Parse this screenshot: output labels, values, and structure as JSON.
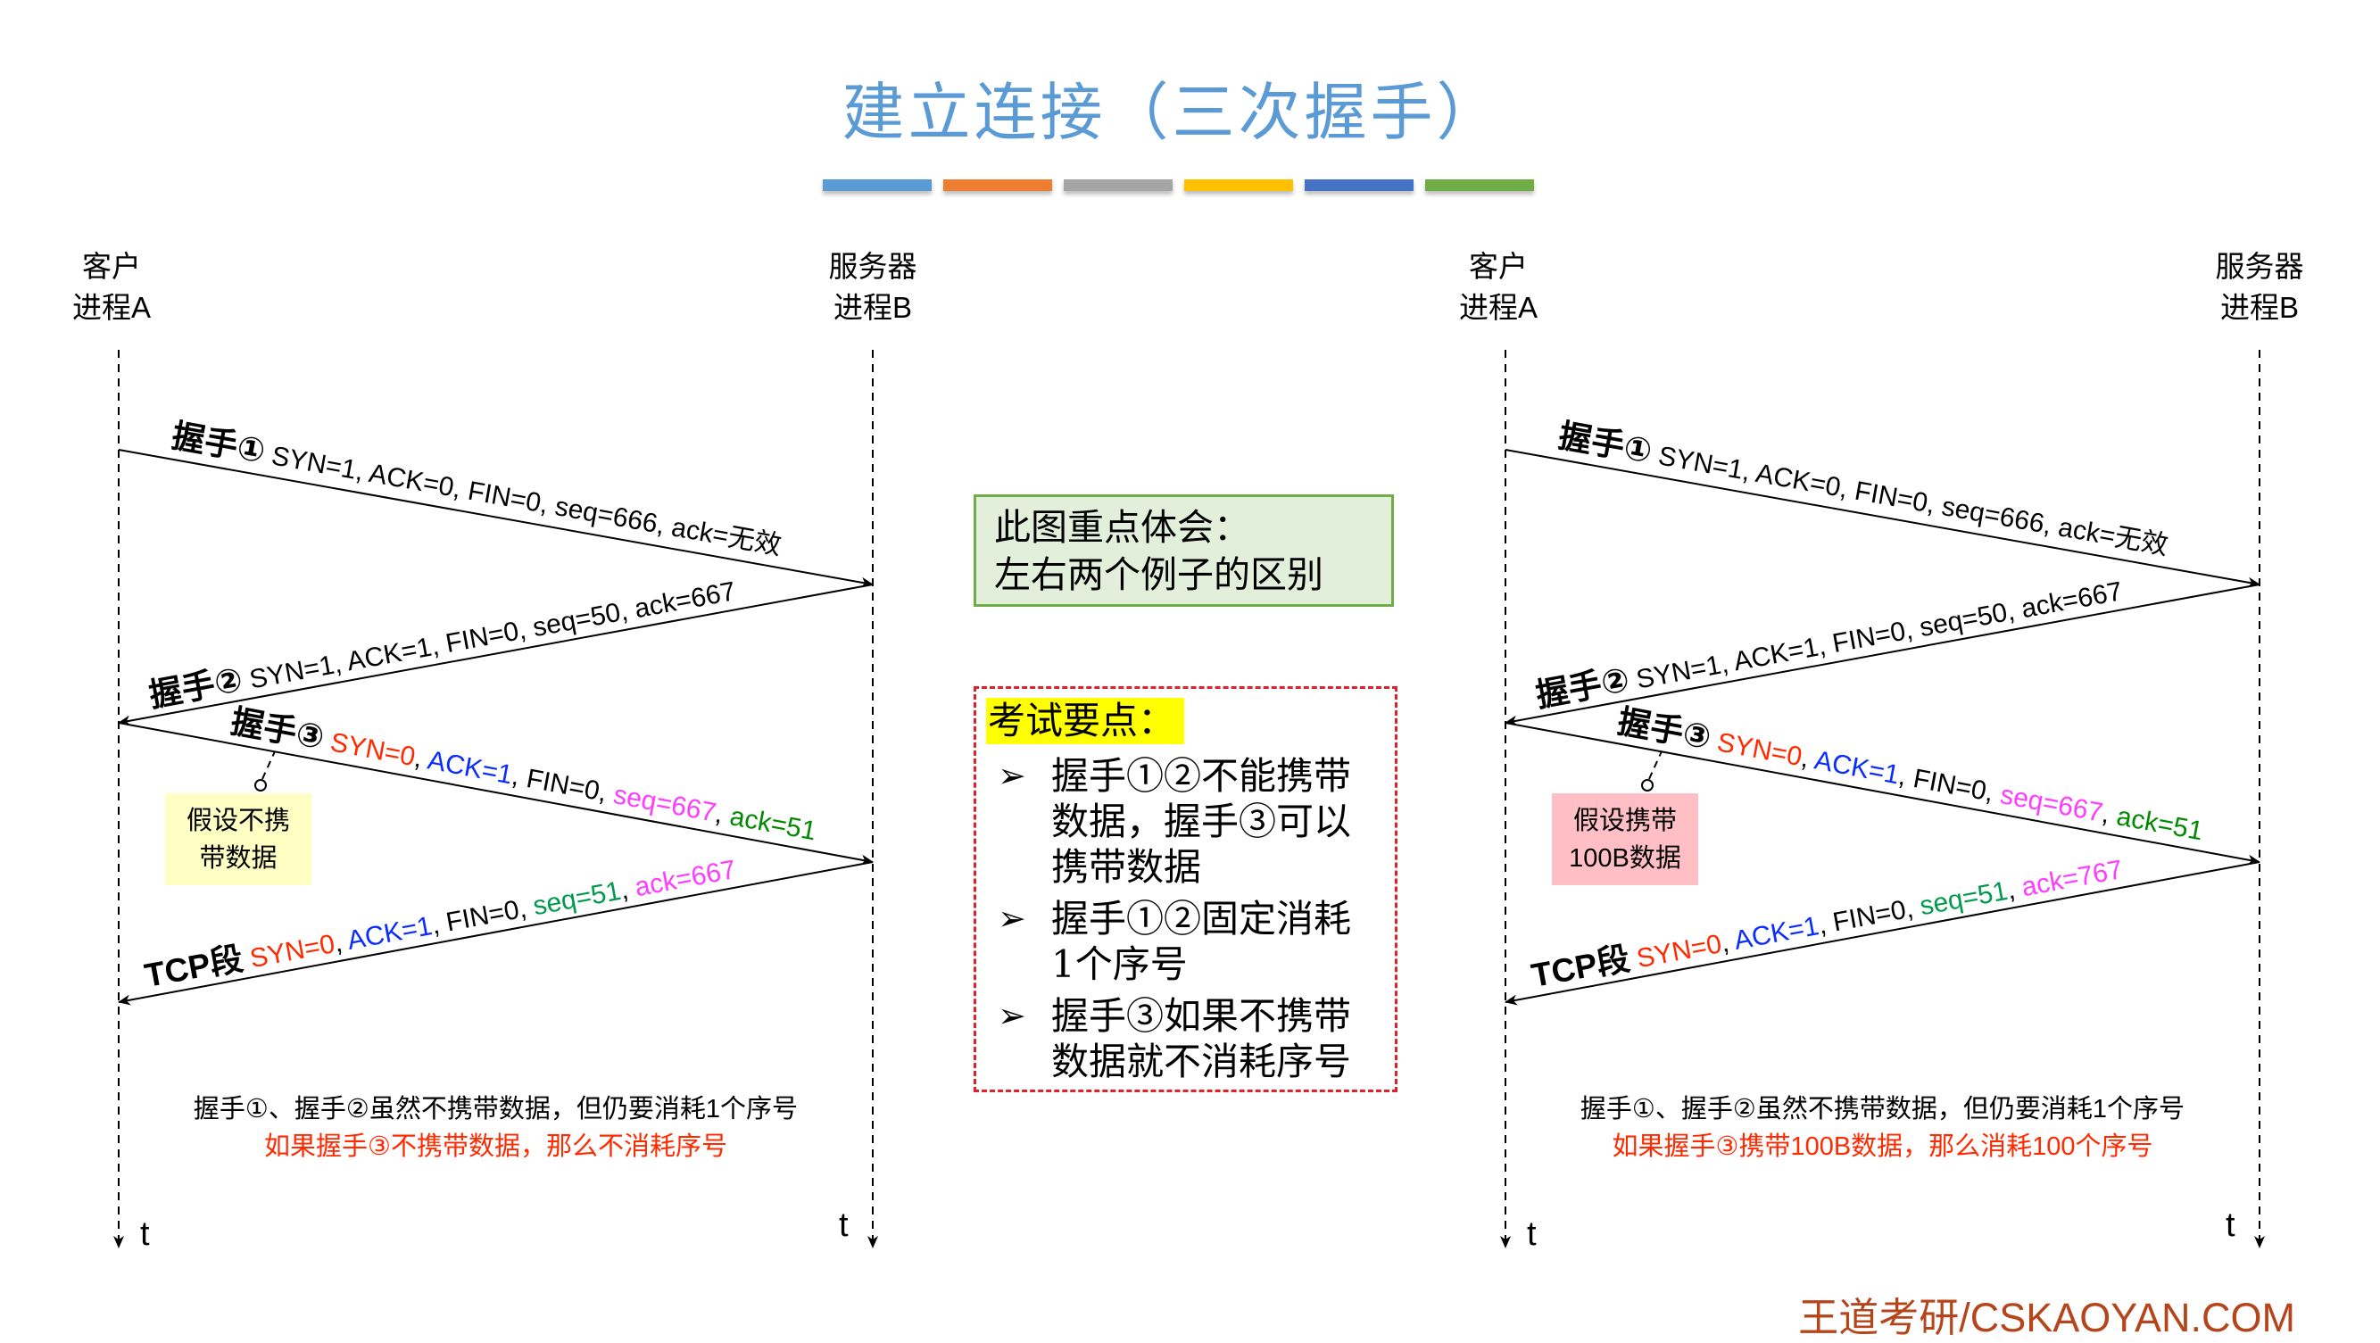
{
  "title": "建立连接（三次握手）",
  "title_bar_colors": [
    "#5b9bd5",
    "#ed7d31",
    "#a5a5a5",
    "#ffc000",
    "#4472c4",
    "#70ad47"
  ],
  "diagrams": [
    {
      "client_label": [
        "客户",
        "进程A"
      ],
      "server_label": [
        "服务器",
        "进程B"
      ],
      "time_label": "t",
      "messages": [
        {
          "parts": [
            {
              "t": "握手①",
              "c": "#000",
              "h": true
            },
            {
              "t": " SYN=1, ACK=0, FIN=0, seq=666, ack=无效",
              "c": "#000"
            }
          ]
        },
        {
          "parts": [
            {
              "t": "握手②",
              "c": "#000",
              "h": true
            },
            {
              "t": " SYN=1, ACK=1, FIN=0, seq=50, ack=667",
              "c": "#000"
            }
          ]
        },
        {
          "parts": [
            {
              "t": "握手③",
              "c": "#000",
              "h": true
            },
            {
              "t": " SYN=0",
              "c": "#ff2a00"
            },
            {
              "t": ", ",
              "c": "#000"
            },
            {
              "t": "ACK=1",
              "c": "#0a2cff"
            },
            {
              "t": ", FIN=0, ",
              "c": "#000"
            },
            {
              "t": "seq=667",
              "c": "#ff3cff"
            },
            {
              "t": ", ",
              "c": "#000"
            },
            {
              "t": "ack=51",
              "c": "#008a00"
            }
          ]
        },
        {
          "parts": [
            {
              "t": "TCP段",
              "c": "#000",
              "h": true
            },
            {
              "t": " SYN=0",
              "c": "#ff2a00"
            },
            {
              "t": ", ",
              "c": "#000"
            },
            {
              "t": "ACK=1",
              "c": "#0a2cff"
            },
            {
              "t": ", FIN=0, ",
              "c": "#000"
            },
            {
              "t": "seq=51",
              "c": "#00994d"
            },
            {
              "t": ", ",
              "c": "#000"
            },
            {
              "t": "ack=667",
              "c": "#ff3cff"
            }
          ]
        }
      ],
      "note": {
        "lines": [
          "假设不携",
          "带数据"
        ],
        "color": "#ffffc4"
      },
      "footnote": {
        "line1": "握手①、握手②虽然不携带数据，但仍要消耗1个序号",
        "line2": "如果握手③不携带数据，那么不消耗序号",
        "line2_color": "#ff2a00"
      }
    },
    {
      "client_label": [
        "客户",
        "进程A"
      ],
      "server_label": [
        "服务器",
        "进程B"
      ],
      "time_label": "t",
      "messages": [
        {
          "parts": [
            {
              "t": "握手①",
              "c": "#000",
              "h": true
            },
            {
              "t": " SYN=1, ACK=0, FIN=0, seq=666, ack=无效",
              "c": "#000"
            }
          ]
        },
        {
          "parts": [
            {
              "t": "握手②",
              "c": "#000",
              "h": true
            },
            {
              "t": " SYN=1, ACK=1, FIN=0, seq=50, ack=667",
              "c": "#000"
            }
          ]
        },
        {
          "parts": [
            {
              "t": "握手③",
              "c": "#000",
              "h": true
            },
            {
              "t": " SYN=0",
              "c": "#ff2a00"
            },
            {
              "t": ", ",
              "c": "#000"
            },
            {
              "t": "ACK=1",
              "c": "#0a2cff"
            },
            {
              "t": ", FIN=0, ",
              "c": "#000"
            },
            {
              "t": "seq=667",
              "c": "#ff3cff"
            },
            {
              "t": ", ",
              "c": "#000"
            },
            {
              "t": "ack=51",
              "c": "#008a00"
            }
          ]
        },
        {
          "parts": [
            {
              "t": "TCP段",
              "c": "#000",
              "h": true
            },
            {
              "t": " SYN=0",
              "c": "#ff2a00"
            },
            {
              "t": ", ",
              "c": "#000"
            },
            {
              "t": "ACK=1",
              "c": "#0a2cff"
            },
            {
              "t": ", FIN=0, ",
              "c": "#000"
            },
            {
              "t": "seq=51",
              "c": "#00994d"
            },
            {
              "t": ", ",
              "c": "#000"
            },
            {
              "t": "ack=767",
              "c": "#ff3cff"
            }
          ]
        }
      ],
      "note": {
        "lines": [
          "假设携带",
          "100B数据"
        ],
        "color": "#ffbfc4"
      },
      "footnote": {
        "line1": "握手①、握手②虽然不携带数据，但仍要消耗1个序号",
        "line2": "如果握手③携带100B数据，那么消耗100个序号",
        "line2_color": "#ff2a00"
      }
    }
  ],
  "focus_box": {
    "lines": [
      "此图重点体会：",
      "左右两个例子的区别"
    ]
  },
  "exam_points": {
    "heading": "考试要点：",
    "bullet_icon": "arrowhead-bullet",
    "items": [
      {
        "lines": [
          "握手①②不能携带",
          "数据，握手③可以",
          "携带数据"
        ]
      },
      {
        "lines": [
          "握手①②固定消耗",
          "1个序号"
        ]
      },
      {
        "lines": [
          "握手③如果不携带",
          "数据就不消耗序号"
        ]
      }
    ]
  },
  "footer": "王道考研/CSKAOYAN.COM"
}
